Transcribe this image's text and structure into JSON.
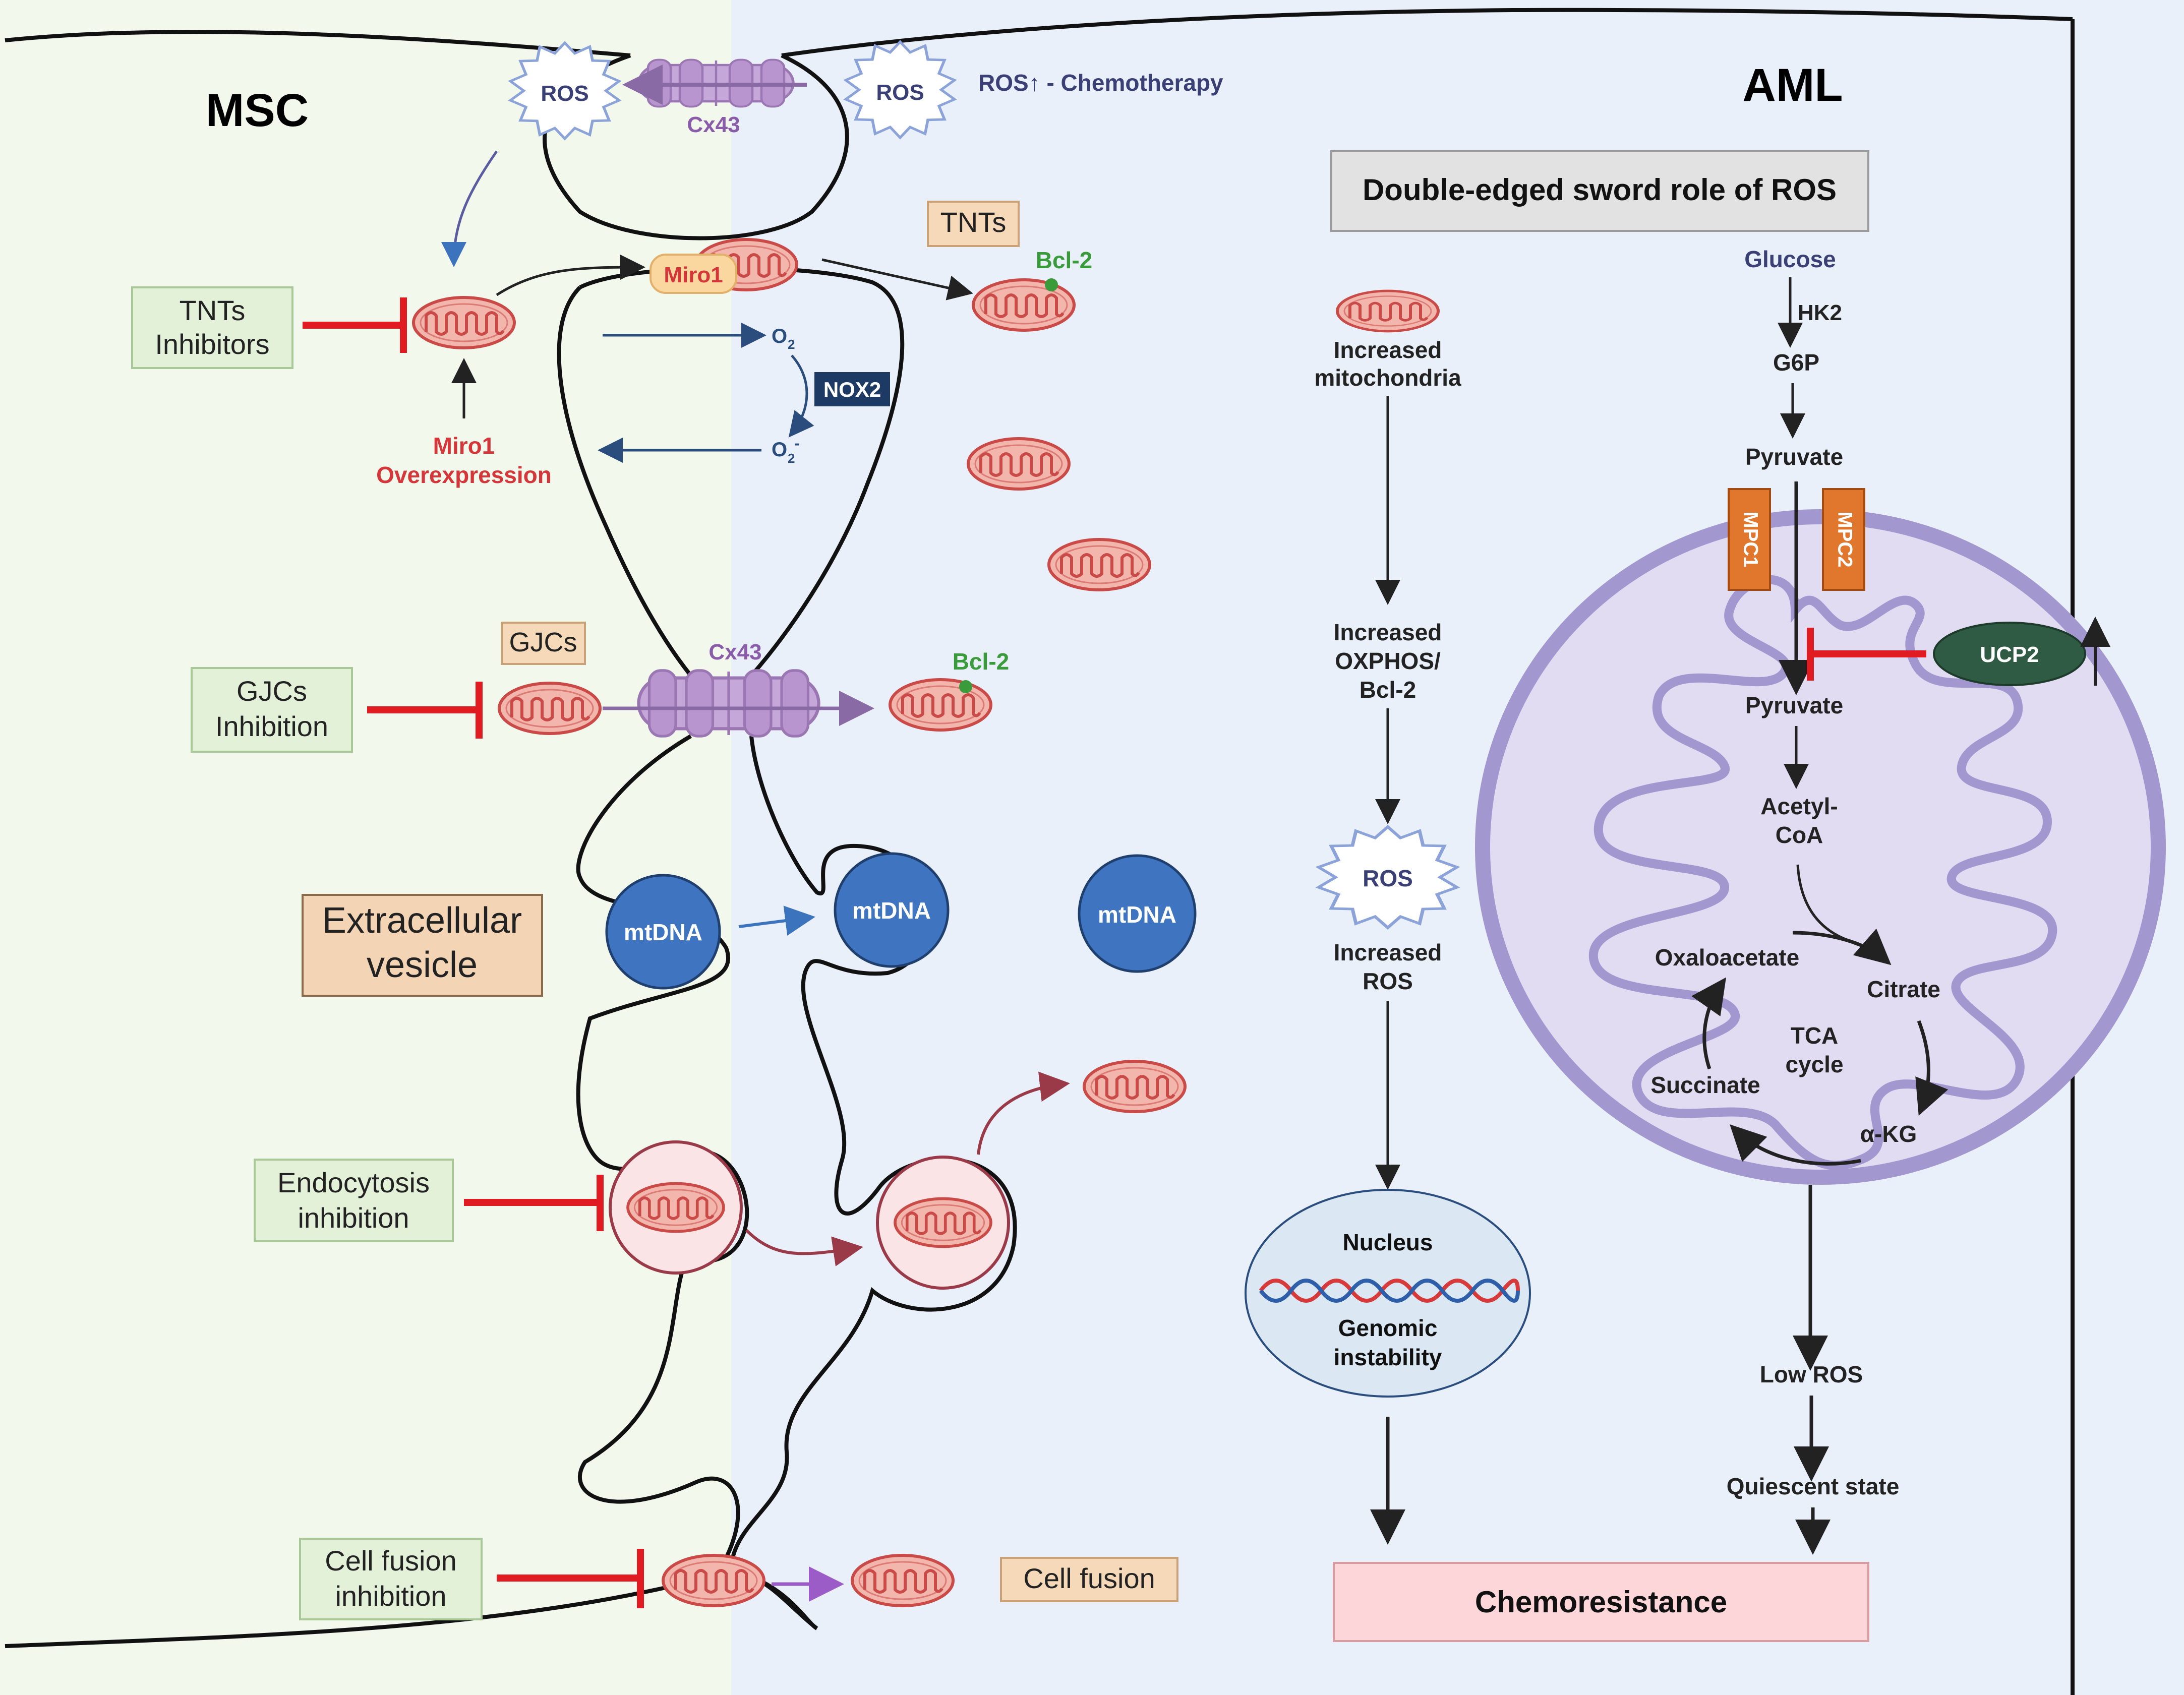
{
  "panels": {
    "msc_title": "MSC",
    "aml_title": "AML",
    "aml_heading": "Double-edged sword role of ROS"
  },
  "msc": {
    "ros": "ROS",
    "cx43_top": "Cx43",
    "cx43_mid": "Cx43",
    "tnts_inhibitors": [
      "TNTs",
      "Inhibitors"
    ],
    "miro1_overexpression": [
      "Miro1",
      "Overexpression"
    ],
    "gjcs": "GJCs",
    "gjcs_inhibition": [
      "GJCs",
      "Inhibition"
    ],
    "extracellular_vesicle": [
      "Extracellular",
      "vesicle"
    ],
    "endocytosis_inhibition": [
      "Endocytosis",
      "inhibition"
    ],
    "cell_fusion_inhibition": [
      "Cell fusion",
      "inhibition"
    ],
    "mtdna": "mtDNA"
  },
  "transfer": {
    "ros": "ROS",
    "ros_chemo": "ROS↑ - Chemotherapy",
    "tnts": "TNTs",
    "miro1": "Miro1",
    "bcl2_top": "Bcl-2",
    "bcl2_mid": "Bcl-2",
    "o2": "O",
    "o2_sub": "2",
    "o2m": "O",
    "o2m_sub": "2",
    "o2m_sup": "-",
    "nox2": "NOX2",
    "mtdna_in": "mtDNA",
    "mtdna_out": "mtDNA",
    "cell_fusion": "Cell fusion"
  },
  "aml_left": {
    "increased_mito": [
      "Increased",
      "mitochondria"
    ],
    "increased_oxphos": [
      "Increased",
      "OXPHOS/",
      "Bcl-2"
    ],
    "ros": "ROS",
    "increased_ros": [
      "Increased",
      "ROS"
    ],
    "nucleus": "Nucleus",
    "genomic_instability": [
      "Genomic",
      "instability"
    ],
    "chemoresistance": "Chemoresistance"
  },
  "aml_right": {
    "glucose": "Glucose",
    "hk2": "HK2",
    "g6p": "G6P",
    "pyruvate": "Pyruvate",
    "mpc1": "MPC1",
    "mpc2": "MPC2",
    "ucp2": "UCP2",
    "pyruvate_in": "Pyruvate",
    "acetyl_coa": [
      "Acetyl-",
      "CoA"
    ],
    "oxaloacetate": "Oxaloacetate",
    "citrate": "Citrate",
    "tca": [
      "TCA",
      "cycle"
    ],
    "succinate": "Succinate",
    "akg": "α-KG",
    "low_ros": "Low ROS",
    "quiescent": "Quiescent state"
  },
  "colors": {
    "msc_bg": "#f2f9ec",
    "aml_bg": "#e9f0fa",
    "inhibit_red": "#e01b22",
    "cx43_purple": "#a07ab8",
    "mito_fill": "#f3b6ad",
    "mito_stroke": "#c94a47",
    "mtdna_blue": "#3e74c0",
    "nox2_navy": "#1c3a63",
    "mpc_orange": "#e0772d",
    "ucp2_green": "#2f5a43",
    "matrix_purple": "#dcd6ef",
    "bcl2_green": "#3a9b3a",
    "miro_red": "#d5363a"
  }
}
